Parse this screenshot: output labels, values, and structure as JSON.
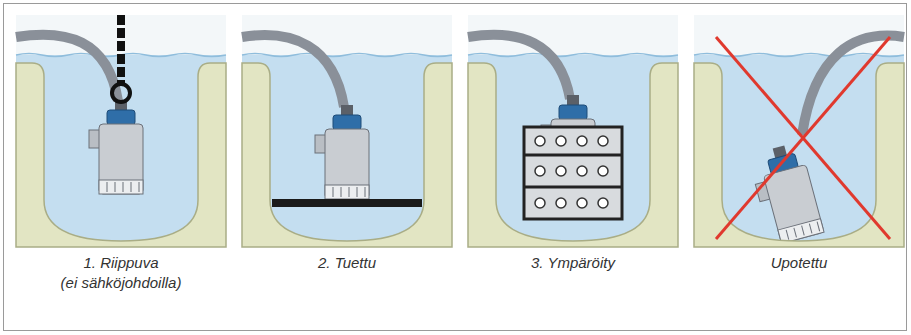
{
  "diagram": {
    "labels": [
      "1. Riippuva",
      "(ei sähköjohdoilla)",
      "2. Tuettu",
      "3. Ympäröity",
      "Upotettu"
    ]
  }
}
